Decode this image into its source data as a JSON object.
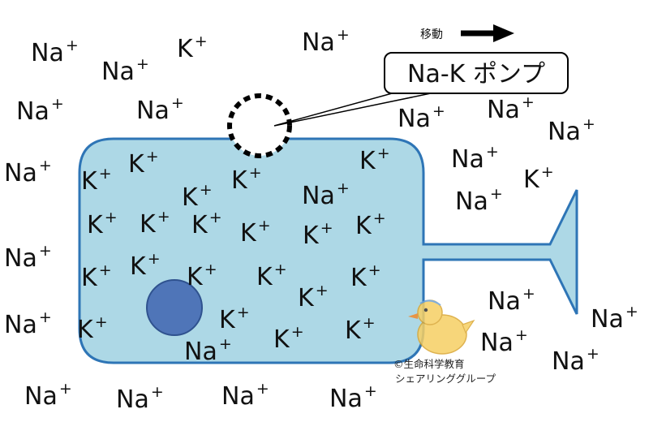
{
  "legend": {
    "move_label": "移動"
  },
  "callout": {
    "label": "Na-K ポンプ"
  },
  "ions": {
    "na": {
      "symbol": "Na",
      "charge": "+"
    },
    "k": {
      "symbol": "K",
      "charge": "+"
    }
  },
  "credit": {
    "line1": "©生命科学教育",
    "line2": "シェアリンググループ"
  },
  "colors": {
    "cell_fill": "#add8e6",
    "cell_stroke": "#2e75b6",
    "nucleus_fill": "#4f75b8",
    "nucleus_stroke": "#2f528f",
    "pump_stroke": "#000000"
  }
}
